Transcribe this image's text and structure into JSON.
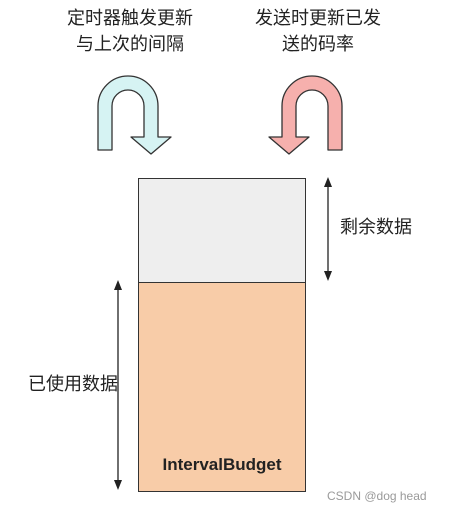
{
  "captions": {
    "timer_line1": "定时器触发更新",
    "timer_line2": "与上次的间隔",
    "send_line1": "发送时更新已发",
    "send_line2": "送的码率"
  },
  "bar": {
    "label": "IntervalBudget",
    "remaining_label": "剩余数据",
    "used_label": "已使用数据",
    "used_fraction": 0.67
  },
  "colors": {
    "timer_arrow": "#d6f3f3",
    "send_arrow": "#f6b0ad",
    "remaining_fill": "#eeeeee",
    "used_fill": "#f8cca8"
  },
  "watermark": "CSDN @dog head"
}
